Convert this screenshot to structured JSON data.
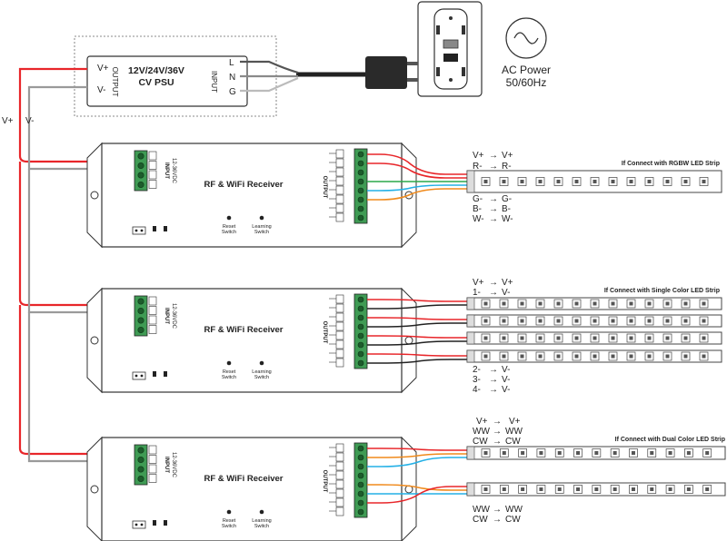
{
  "psu": {
    "title": "12V/24V/36V",
    "subtitle": "CV PSU",
    "output_label": "OUTPUT",
    "input_label": "INPUT",
    "out_pos": "V+",
    "out_neg": "V-",
    "in_l": "L",
    "in_n": "N",
    "in_g": "G"
  },
  "ac_power": {
    "line1": "AC Power",
    "line2": "50/60Hz"
  },
  "bus": {
    "pos": "V+",
    "neg": "V-"
  },
  "receiver": {
    "title": "RF & WiFi Receiver",
    "input_label": "INPUT",
    "input_voltage": "12-36VDC",
    "output_label": "OUTPUT",
    "reset_line1": "Reset",
    "reset_line2": "Switch",
    "learn_line1": "Learning",
    "learn_line2": "Switch"
  },
  "strip_rgbw": {
    "title": "If Connect with RGBW LED Strip",
    "map_top": [
      [
        "V+",
        "V+"
      ],
      [
        "R-",
        "R-"
      ]
    ],
    "map_bottom": [
      [
        "G-",
        "G-"
      ],
      [
        "B-",
        "B-"
      ],
      [
        "W-",
        "W-"
      ]
    ]
  },
  "strip_single": {
    "title": "If Connect with Single Color LED Strip",
    "map_top": [
      [
        "V+",
        "V+"
      ],
      [
        "1-",
        "V-"
      ]
    ],
    "map_bottom": [
      [
        "2-",
        "V-"
      ],
      [
        "3-",
        "V-"
      ],
      [
        "4-",
        "V-"
      ]
    ]
  },
  "strip_dual": {
    "title": "If Connect with Dual Color LED Strip",
    "map_top": [
      [
        "V+",
        "V+"
      ],
      [
        "WW",
        "WW"
      ],
      [
        "CW",
        "CW"
      ]
    ],
    "map_bottom": [
      [
        "WW",
        "WW"
      ],
      [
        "CW",
        "CW"
      ]
    ]
  },
  "colors": {
    "red": "#e8262a",
    "black": "#222222",
    "gray": "#9a9a9a",
    "green": "#2aa84a",
    "blue": "#2f7fe0",
    "orange": "#f08a1c",
    "cyan": "#23b0e6",
    "terminal": "#3f9b54"
  }
}
